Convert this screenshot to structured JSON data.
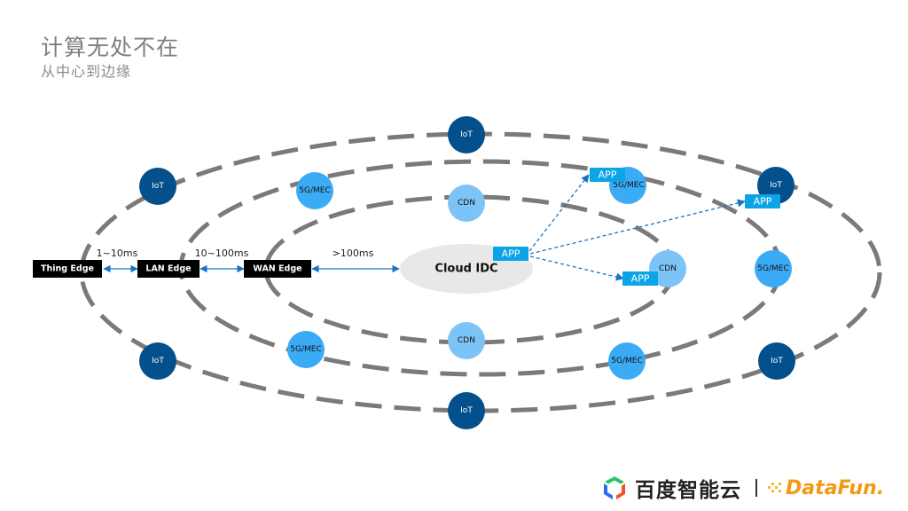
{
  "header": {
    "title": "计算无处不在",
    "subtitle": "从中心到边缘"
  },
  "colors": {
    "iot": "#03508c",
    "mec": "#3cabf5",
    "cdn": "#7cc3f7",
    "app": "#0ba4e6",
    "edge_box": "#000000",
    "ring": "#7a7a7a",
    "cloud": "#e8e8e8",
    "arrow": "#1a73c4"
  },
  "edges": [
    {
      "label": "Thing Edge"
    },
    {
      "label": "LAN Edge"
    },
    {
      "label": "WAN Edge"
    }
  ],
  "latencies": [
    "1~10ms",
    "10~100ms",
    ">100ms"
  ],
  "cloud": {
    "label": "Cloud IDC"
  },
  "app_label": "APP",
  "nodes": {
    "iot_top": "IoT",
    "iot_upper_left": "IoT",
    "iot_upper_right": "IoT",
    "iot_lower_left": "IoT",
    "iot_lower_right": "IoT",
    "iot_bottom": "IoT",
    "mec_upper_left": "5G/MEC",
    "mec_upper_right": "5G/MEC",
    "mec_right": "5G/MEC",
    "mec_lower_left": "5G/MEC",
    "mec_lower_right": "5G/MEC",
    "cdn_top": "CDN",
    "cdn_right": "CDN",
    "cdn_bottom": "CDN"
  },
  "footer": {
    "baidu": "百度智能云",
    "datafun": "DataFun."
  }
}
